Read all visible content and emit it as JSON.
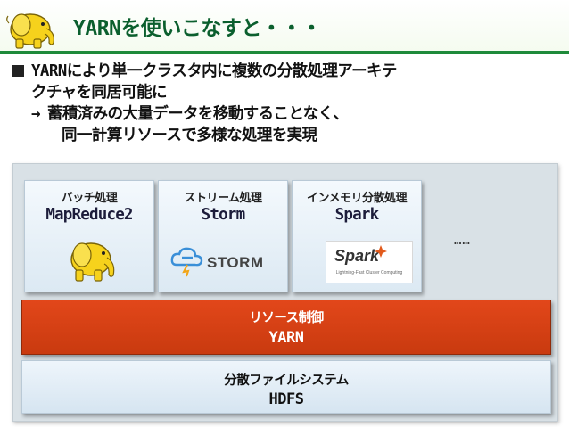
{
  "header": {
    "title": "YARNを使いこなすと・・・",
    "logo_icon": "hadoop-elephant-icon"
  },
  "bullets": {
    "line1": "YARNにより単一クラスタ内に複数の分散処理アーキテ",
    "line2": "クチャを同居可能に",
    "arrow": "→",
    "line3": "蓄積済みの大量データを移動することなく、",
    "line4": "同一計算リソースで多様な処理を実現"
  },
  "diagram": {
    "engines": [
      {
        "category": "バッチ処理",
        "name": "MapReduce2",
        "logo": "hadoop-elephant-icon"
      },
      {
        "category": "ストリーム処理",
        "name": "Storm",
        "logo": "storm-logo",
        "logo_text": "STORM"
      },
      {
        "category": "インメモリ分散処理",
        "name": "Spark",
        "logo": "spark-logo",
        "logo_text": "Spark",
        "logo_tagline": "Lightning-Fast Cluster Computing"
      }
    ],
    "more": "……",
    "resource_layer": {
      "label": "リソース制御",
      "name": "YARN"
    },
    "storage_layer": {
      "label": "分散ファイルシステム",
      "name": "HDFS"
    }
  },
  "colors": {
    "title": "#0b5f2e",
    "title_rule": "#1e8a3a",
    "yarn_bar": "#d5411a",
    "engine_box": "#e6eff7",
    "frame": "#d9e1e6",
    "elephant": "#f6d21c"
  }
}
